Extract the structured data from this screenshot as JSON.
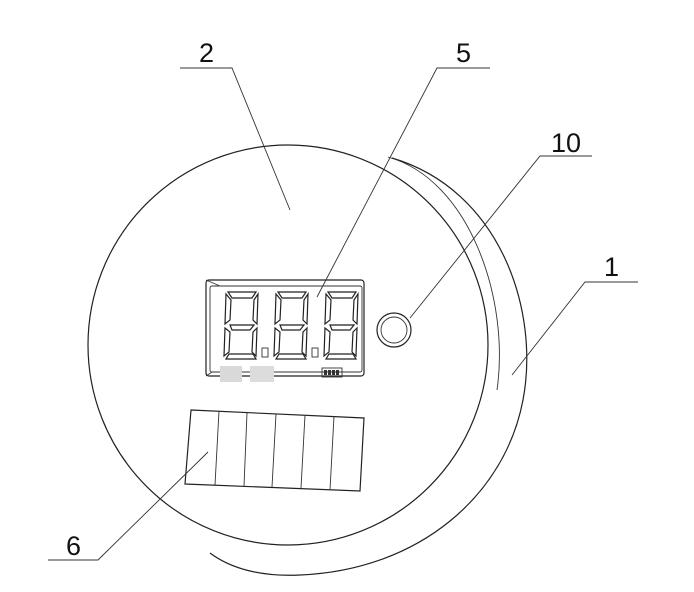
{
  "diagram": {
    "labels": {
      "housing": "1",
      "front_face": "2",
      "display": "5",
      "solar_panel": "6",
      "button": "10"
    },
    "display_readout": "8.8.8",
    "solar_cell_count": 6,
    "blurred_text_count": 2
  }
}
